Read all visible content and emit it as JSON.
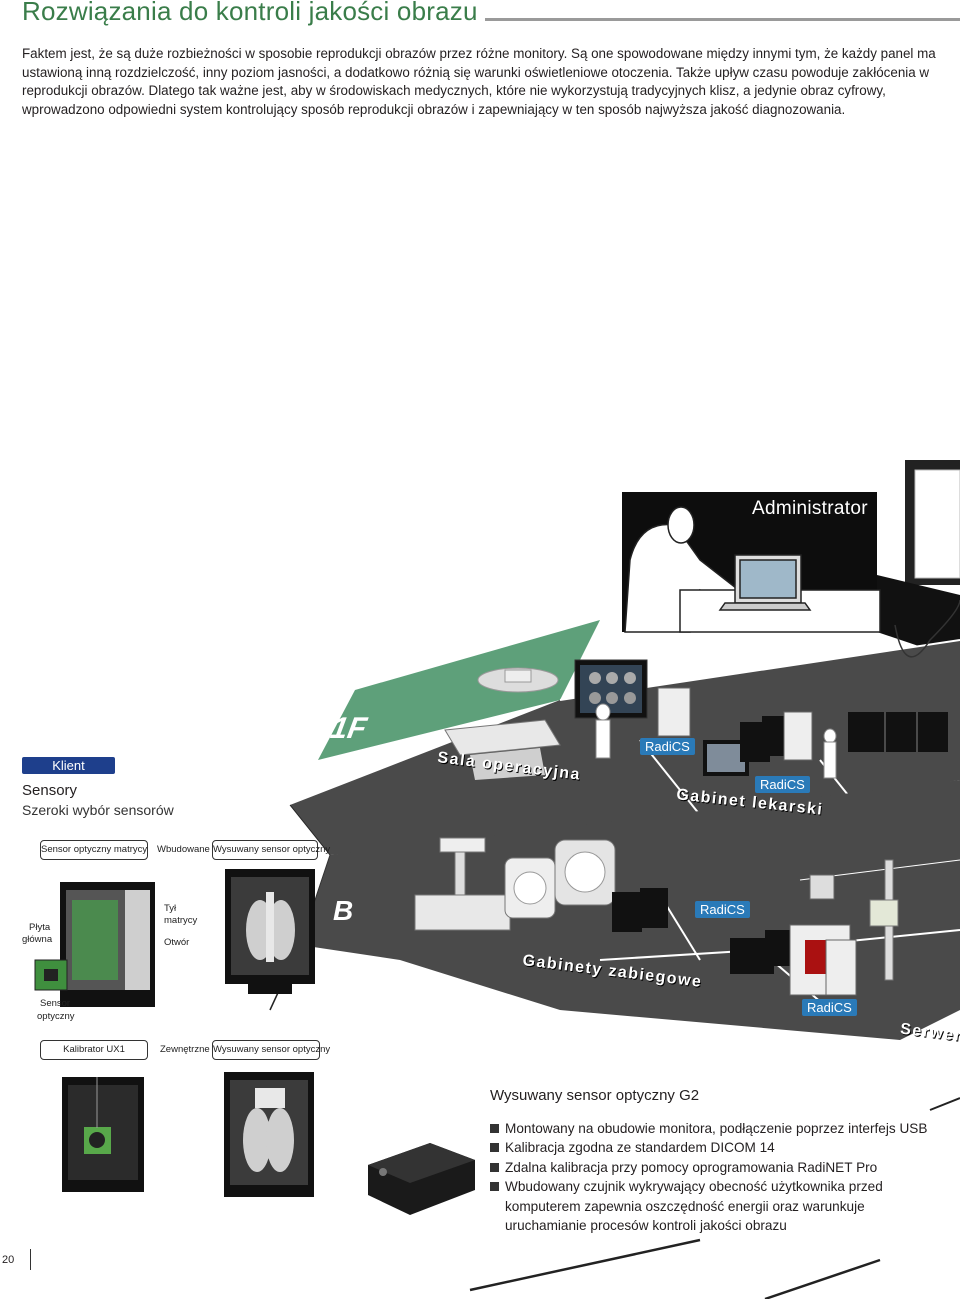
{
  "header": {
    "title": "Rozwiązania do kontroli jakości obrazu"
  },
  "intro": {
    "p1": "Faktem jest, że są duże rozbieżności w sposobie reprodukcji obrazów przez różne monitory. Są one spowodowane między innymi tym, że każdy panel ma ustawioną inną rozdzielczość, inny poziom jasności, a dodatkowo różnią się warunki oświetleniowe otoczenia. Także upływ czasu powoduje zakłócenia w reprodukcji obrazów.",
    "p2": " Dlatego tak ważne jest, aby w środowiskach medycznych, które nie wykorzystują tradycyjnych klisz, a jedynie obraz cyfrowy, wprowadzono odpowiedni system kontrolujący sposób reprodukcji obrazów i zapewniający w ten sposób najwyższa jakość diagnozowania."
  },
  "diagram": {
    "administrator": "Administrator",
    "floor_1f": "1F",
    "floor_b": "B",
    "rooms": {
      "operating": "Sala operacyjna",
      "doctor": "Gabinet lekarski",
      "procedure": "Gabinety zabiegowe",
      "server": "Serwero"
    },
    "radics": "RadiCS"
  },
  "client": {
    "badge": "Klient",
    "heading": "Sensory",
    "subheading": "Szeroki wybór sensorów"
  },
  "sensors_row1": {
    "pill1": "Sensor optyczny matrycy",
    "label2": "Wbudowane",
    "pill3": "Wysuwany sensor optyczny"
  },
  "sensor_labels": {
    "board_line1": "Płyta",
    "board_line2": "główna",
    "back_line1": "Tył",
    "back_line2": "matrycy",
    "hole": "Otwór",
    "sensor_line1": "Sensor",
    "sensor_line2": "optyczny"
  },
  "sensors_row2": {
    "pill1": "Kalibrator UX1",
    "label2": "Zewnętrzne",
    "pill3": "Wysuwany sensor optyczny"
  },
  "g2": {
    "title": "Wysuwany sensor optyczny G2",
    "items": [
      "Montowany na obudowie monitora, podłączenie poprzez interfejs USB",
      "Kalibracja zgodna ze standardem DICOM 14",
      "Zdalna kalibracja przy pomocy oprogramowania RadiNET Pro",
      "Wbudowany czujnik wykrywający obecność użytkownika przed komputerem zapewnia oszczędność energii oraz warunkuje uruchamianie procesów kontroli jakości obrazu"
    ]
  },
  "footer": {
    "page_number": "20"
  },
  "colors": {
    "title_green": "#3a7d4a",
    "badge_blue": "#1e3f8c",
    "radics_blue": "#2a7ab8",
    "floor_dark": "#4a4a4a",
    "floor_green": "#5ea07a"
  }
}
